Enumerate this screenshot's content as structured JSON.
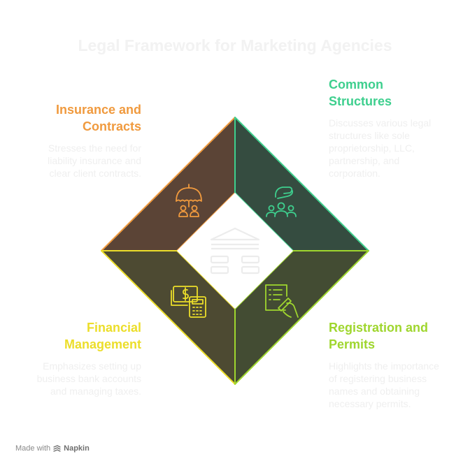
{
  "title": "Legal Framework for Marketing Agencies",
  "sections": {
    "insurance": {
      "heading": "Insurance and Contracts",
      "description": "Stresses the need for liability insurance and clear client contracts.",
      "color": "#f09a3e",
      "fill": "#5b4436",
      "icon": "umbrella-people-icon"
    },
    "structures": {
      "heading": "Common Structures",
      "description": "Discusses various legal structures like sole proprietorship, LLC, partnership, and corporation.",
      "color": "#3ecf8e",
      "fill": "#354c40",
      "icon": "group-people-icon"
    },
    "financial": {
      "heading": "Financial Management",
      "description": "Emphasizes setting up business bank accounts and managing taxes.",
      "color": "#ecde2a",
      "fill": "#4d4a32",
      "icon": "money-calculator-icon"
    },
    "registration": {
      "heading": "Registration and Permits",
      "description": "Highlights the importance of registering business names and obtaining necessary permits.",
      "color": "#9fd62e",
      "fill": "#434c33",
      "icon": "document-signing-icon"
    }
  },
  "center_icon": "building-icon",
  "footer": {
    "made_with": "Made with",
    "brand": "Napkin"
  }
}
